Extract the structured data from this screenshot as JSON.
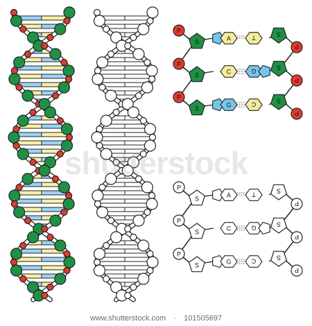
{
  "watermark": "shutterstock",
  "footer": {
    "site": "www.shutterstock.com",
    "dot": "·",
    "image_number": "101505697"
  },
  "nucleotide_labels": {
    "phosphate": "P",
    "sugar": "S",
    "pairs": [
      [
        "A",
        "T"
      ],
      [
        "C",
        "G"
      ],
      [
        "G",
        "C"
      ]
    ]
  },
  "colors": {
    "phosphate": "#e23b2e",
    "sugar": "#1f9146",
    "base_blue": "#76c6ec",
    "base_yellow": "#f4ee9c",
    "rung_blue": "#9dd4f2",
    "rung_yellow": "#f7f1a6",
    "outline": "#222222"
  }
}
